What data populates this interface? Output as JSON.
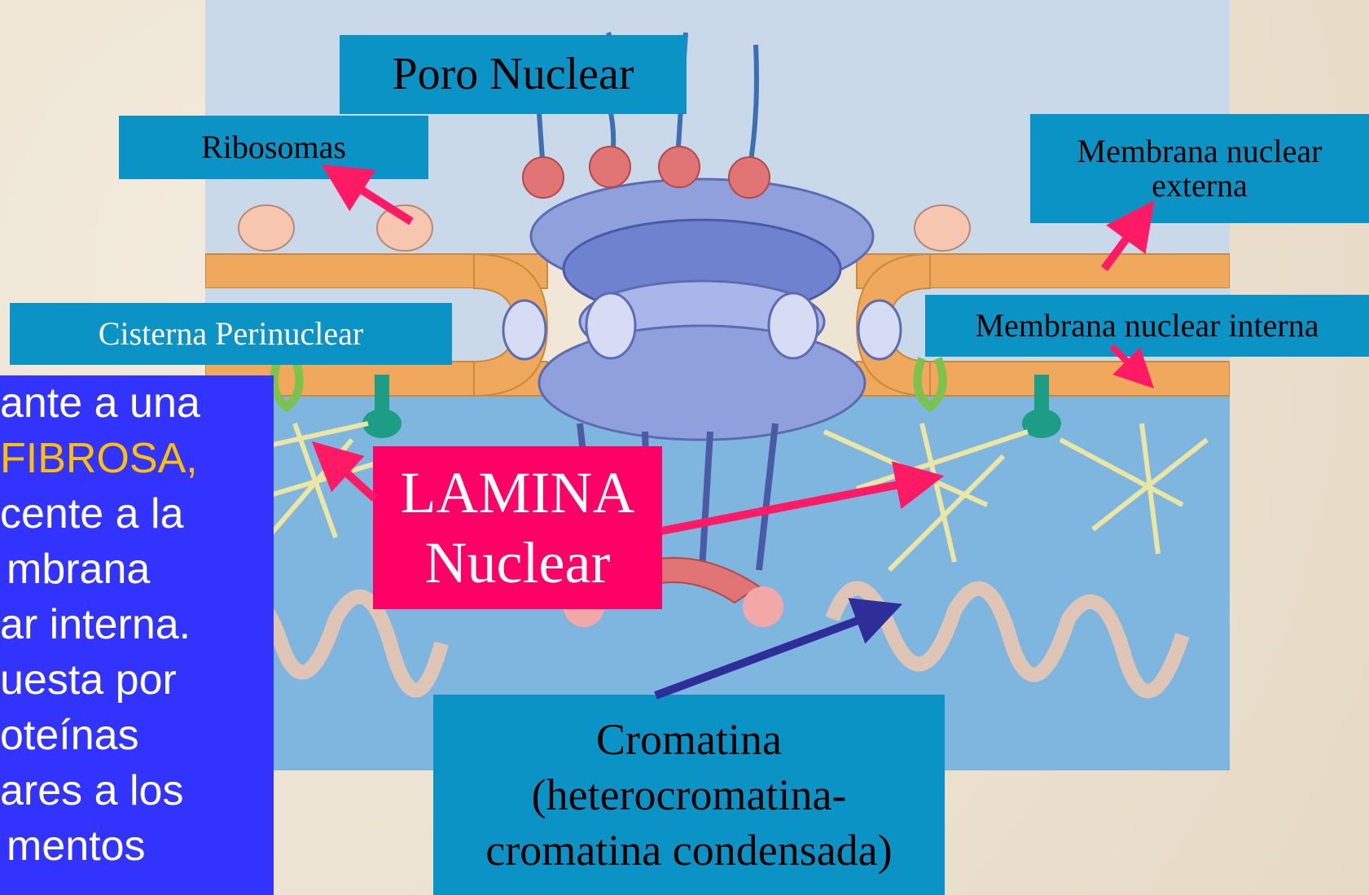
{
  "labels": {
    "poro_nuclear": "Poro Nuclear",
    "ribosomas": "Ribosomas",
    "membrana_externa_line1": "Membrana nuclear",
    "membrana_externa_line2": "externa",
    "cisterna": "Cisterna Perinuclear",
    "membrana_interna": "Membrana nuclear interna",
    "lamina_line1": "LAMINA",
    "lamina_line2": "Nuclear",
    "cromatina_line1": "Cromatina",
    "cromatina_line2": "(heterocromatina-",
    "cromatina_line3": "cromatina condensada)"
  },
  "side_text": {
    "line1": "ante a una",
    "line2": "FIBROSA,",
    "line3": "cente a la",
    "line4": "mbrana",
    "line5": "ar interna.",
    "line6": "uesta por",
    "line7": "oteínas",
    "line8": "ares a los",
    "line9": "mentos"
  },
  "colors": {
    "label_bg": "#0b93c6",
    "lamina_bg": "#ff0066",
    "side_bg": "#3333ff",
    "accent_text": "#ffc000",
    "arrow_pink": "#ff1a66",
    "arrow_navy": "#2e2e99",
    "membrane": "#f0a95c",
    "nucleoplasm": "#7fb6e0",
    "cytoplasm": "#c9d9e9"
  }
}
